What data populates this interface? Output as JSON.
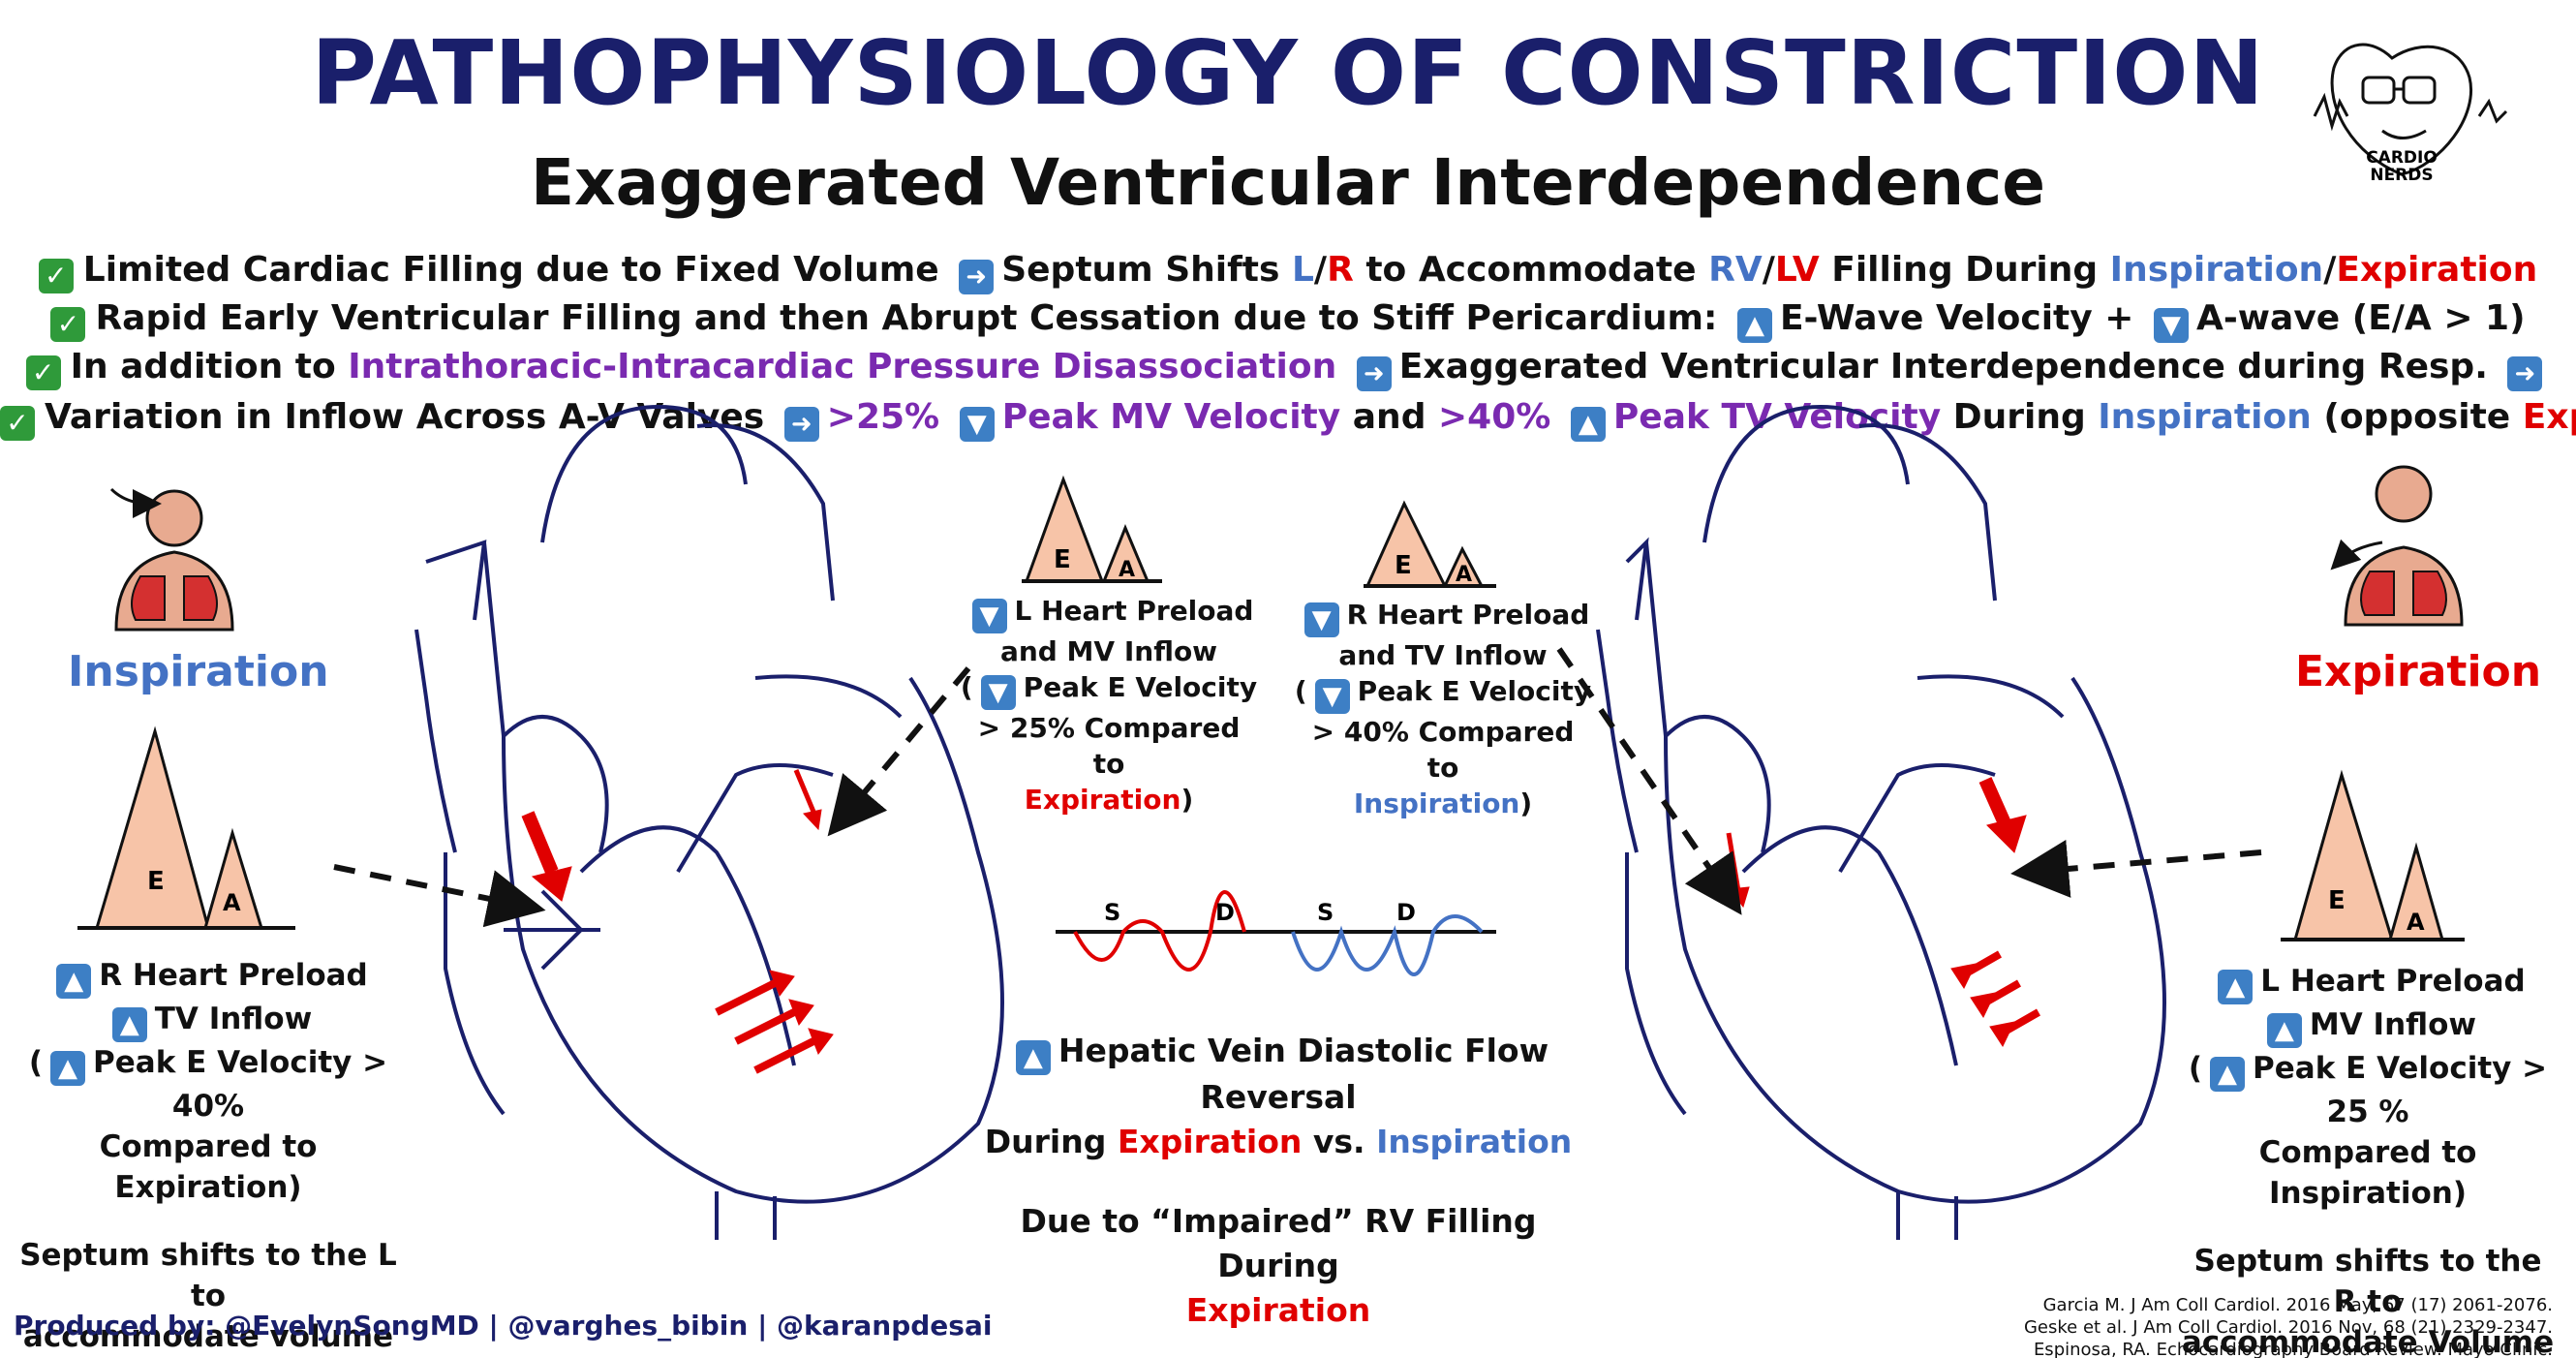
{
  "title": "PATHOPHYSIOLOGY OF CONSTRICTION",
  "subtitle": "Exaggerated Ventricular Interdependence",
  "bullets": {
    "b1": {
      "p1": "Limited Cardiac Filling due to Fixed Volume",
      "p2": "Septum Shifts",
      "l": "L",
      "slash": "/",
      "r": "R",
      "p3": "to Accommodate",
      "rv": "RV",
      "lv": "LV",
      "p4": "Filling During",
      "insp": "Inspiration",
      "exp": "Expiration"
    },
    "b2": {
      "p1": "Rapid Early Ventricular Filling and then Abrupt Cessation due to Stiff Pericardium:",
      "p2": "E-Wave Velocity +",
      "p3": "A-wave (E/A > 1)"
    },
    "b3": {
      "p1": "In addition to",
      "p2": "Intrathoracic-Intracardiac Pressure Disassociation",
      "p3": "Exaggerated Ventricular Interdependence during Resp."
    },
    "b4": {
      "p1": "Variation in Inflow Across A-V Valves",
      "p2": ">25%",
      "p3": "Peak MV Velocity",
      "p4": "and",
      "p5": ">40%",
      "p6": "Peak TV Velocity",
      "p7": "During",
      "insp": "Inspiration",
      "p8": "(opposite",
      "exp": "Exp.",
      "p9": ")"
    }
  },
  "left": {
    "phase": "Inspiration",
    "wave_e": "E",
    "wave_a": "A",
    "line1": "R Heart Preload",
    "line2": "TV Inflow",
    "line3a": "(",
    "line3b": "Peak E Velocity > 40%",
    "line4": "Compared to Expiration)",
    "septum1": "Septum shifts to the L to",
    "septum2": "accommodate volume"
  },
  "right": {
    "phase": "Expiration",
    "wave_e": "E",
    "wave_a": "A",
    "line1": "L Heart Preload",
    "line2": "MV Inflow",
    "line3a": "(",
    "line3b": "Peak E Velocity > 25 %",
    "line4": "Compared to Inspiration)",
    "septum1": "Septum shifts to the R to",
    "septum2": "accommodate Volume"
  },
  "center_left": {
    "wave_e": "E",
    "wave_a": "A",
    "line1": "L Heart Preload",
    "line2": "and MV Inflow",
    "line3a": "(",
    "line3b": "Peak E Velocity",
    "line4": "> 25% Compared to",
    "line5": "Expiration",
    "line5b": ")"
  },
  "center_right": {
    "wave_e": "E",
    "wave_a": "A",
    "line1": "R Heart Preload",
    "line2": "and TV Inflow",
    "line3a": "(",
    "line3b": "Peak E Velocity",
    "line4": "> 40% Compared to",
    "line5": "Inspiration",
    "line5b": ")"
  },
  "hepatic": {
    "labels": [
      "S",
      "D",
      "S",
      "D"
    ],
    "line1": "Hepatic Vein Diastolic Flow Reversal",
    "line2a": "During",
    "line2b": "Expiration",
    "line2c": "vs.",
    "line2d": "Inspiration",
    "due1": "Due to “Impaired” RV Filling During",
    "due2": "Expiration"
  },
  "logo": {
    "line1": "CARDIO",
    "line2": "NERDS"
  },
  "credits": "Produced by: @EvelynSongMD |  @varghes_bibin | @karanpdesai",
  "refs": [
    "Garcia M. J Am Coll Cardiol. 2016 May, 67 (17) 2061-2076.",
    "Geske et al. J Am Coll Cardiol. 2016 Nov, 68 (21) 2329-2347.",
    "Espinosa, RA. Echocardiography Board Review. Mayo Clinic."
  ],
  "icons": {
    "check": "check-icon",
    "arrow_right": "arrow-right-icon",
    "arrow_up": "arrow-up-icon",
    "arrow_down": "arrow-down-icon"
  },
  "colors": {
    "title": "#1a1f6b",
    "blue": "#4472c4",
    "red": "#e00000",
    "purple": "#7a2ab0",
    "wave_fill": "#f7c4a8",
    "heart_line": "#1a1f6b"
  }
}
